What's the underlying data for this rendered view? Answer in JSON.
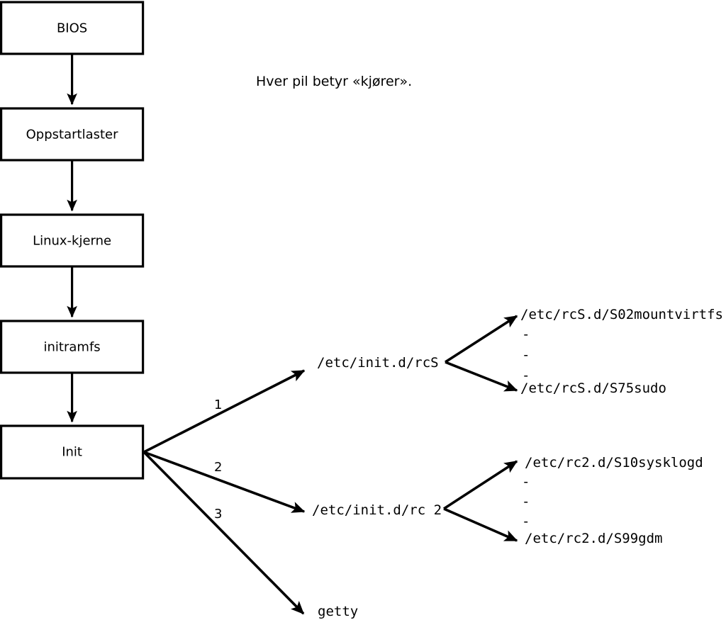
{
  "diagram": {
    "title_caption": "Hver pil betyr «kjører».",
    "stroke_color": "#000000",
    "background_color": "#ffffff",
    "box_fill": "#ffffff",
    "boot_chain": [
      {
        "id": "bios",
        "label": "BIOS"
      },
      {
        "id": "bootloader",
        "label": "Oppstartlaster"
      },
      {
        "id": "kernel",
        "label": "Linux-kjerne"
      },
      {
        "id": "initramfs",
        "label": "initramfs"
      },
      {
        "id": "init",
        "label": "Init"
      }
    ],
    "init_branches": [
      {
        "number": "1",
        "target": "/etc/init.d/rcS"
      },
      {
        "number": "2",
        "target": "/etc/init.d/rc 2"
      },
      {
        "number": "3",
        "target": "getty"
      }
    ],
    "rcs_scripts": {
      "first": "/etc/rcS.d/S02mountvirtfs",
      "ellipsis": [
        "-",
        "-",
        "-"
      ],
      "last": "/etc/rcS.d/S75sudo"
    },
    "rc2_scripts": {
      "first": "/etc/rc2.d/S10sysklogd",
      "ellipsis": [
        "-",
        "-",
        "-"
      ],
      "last": "/etc/rc2.d/S99gdm"
    }
  }
}
